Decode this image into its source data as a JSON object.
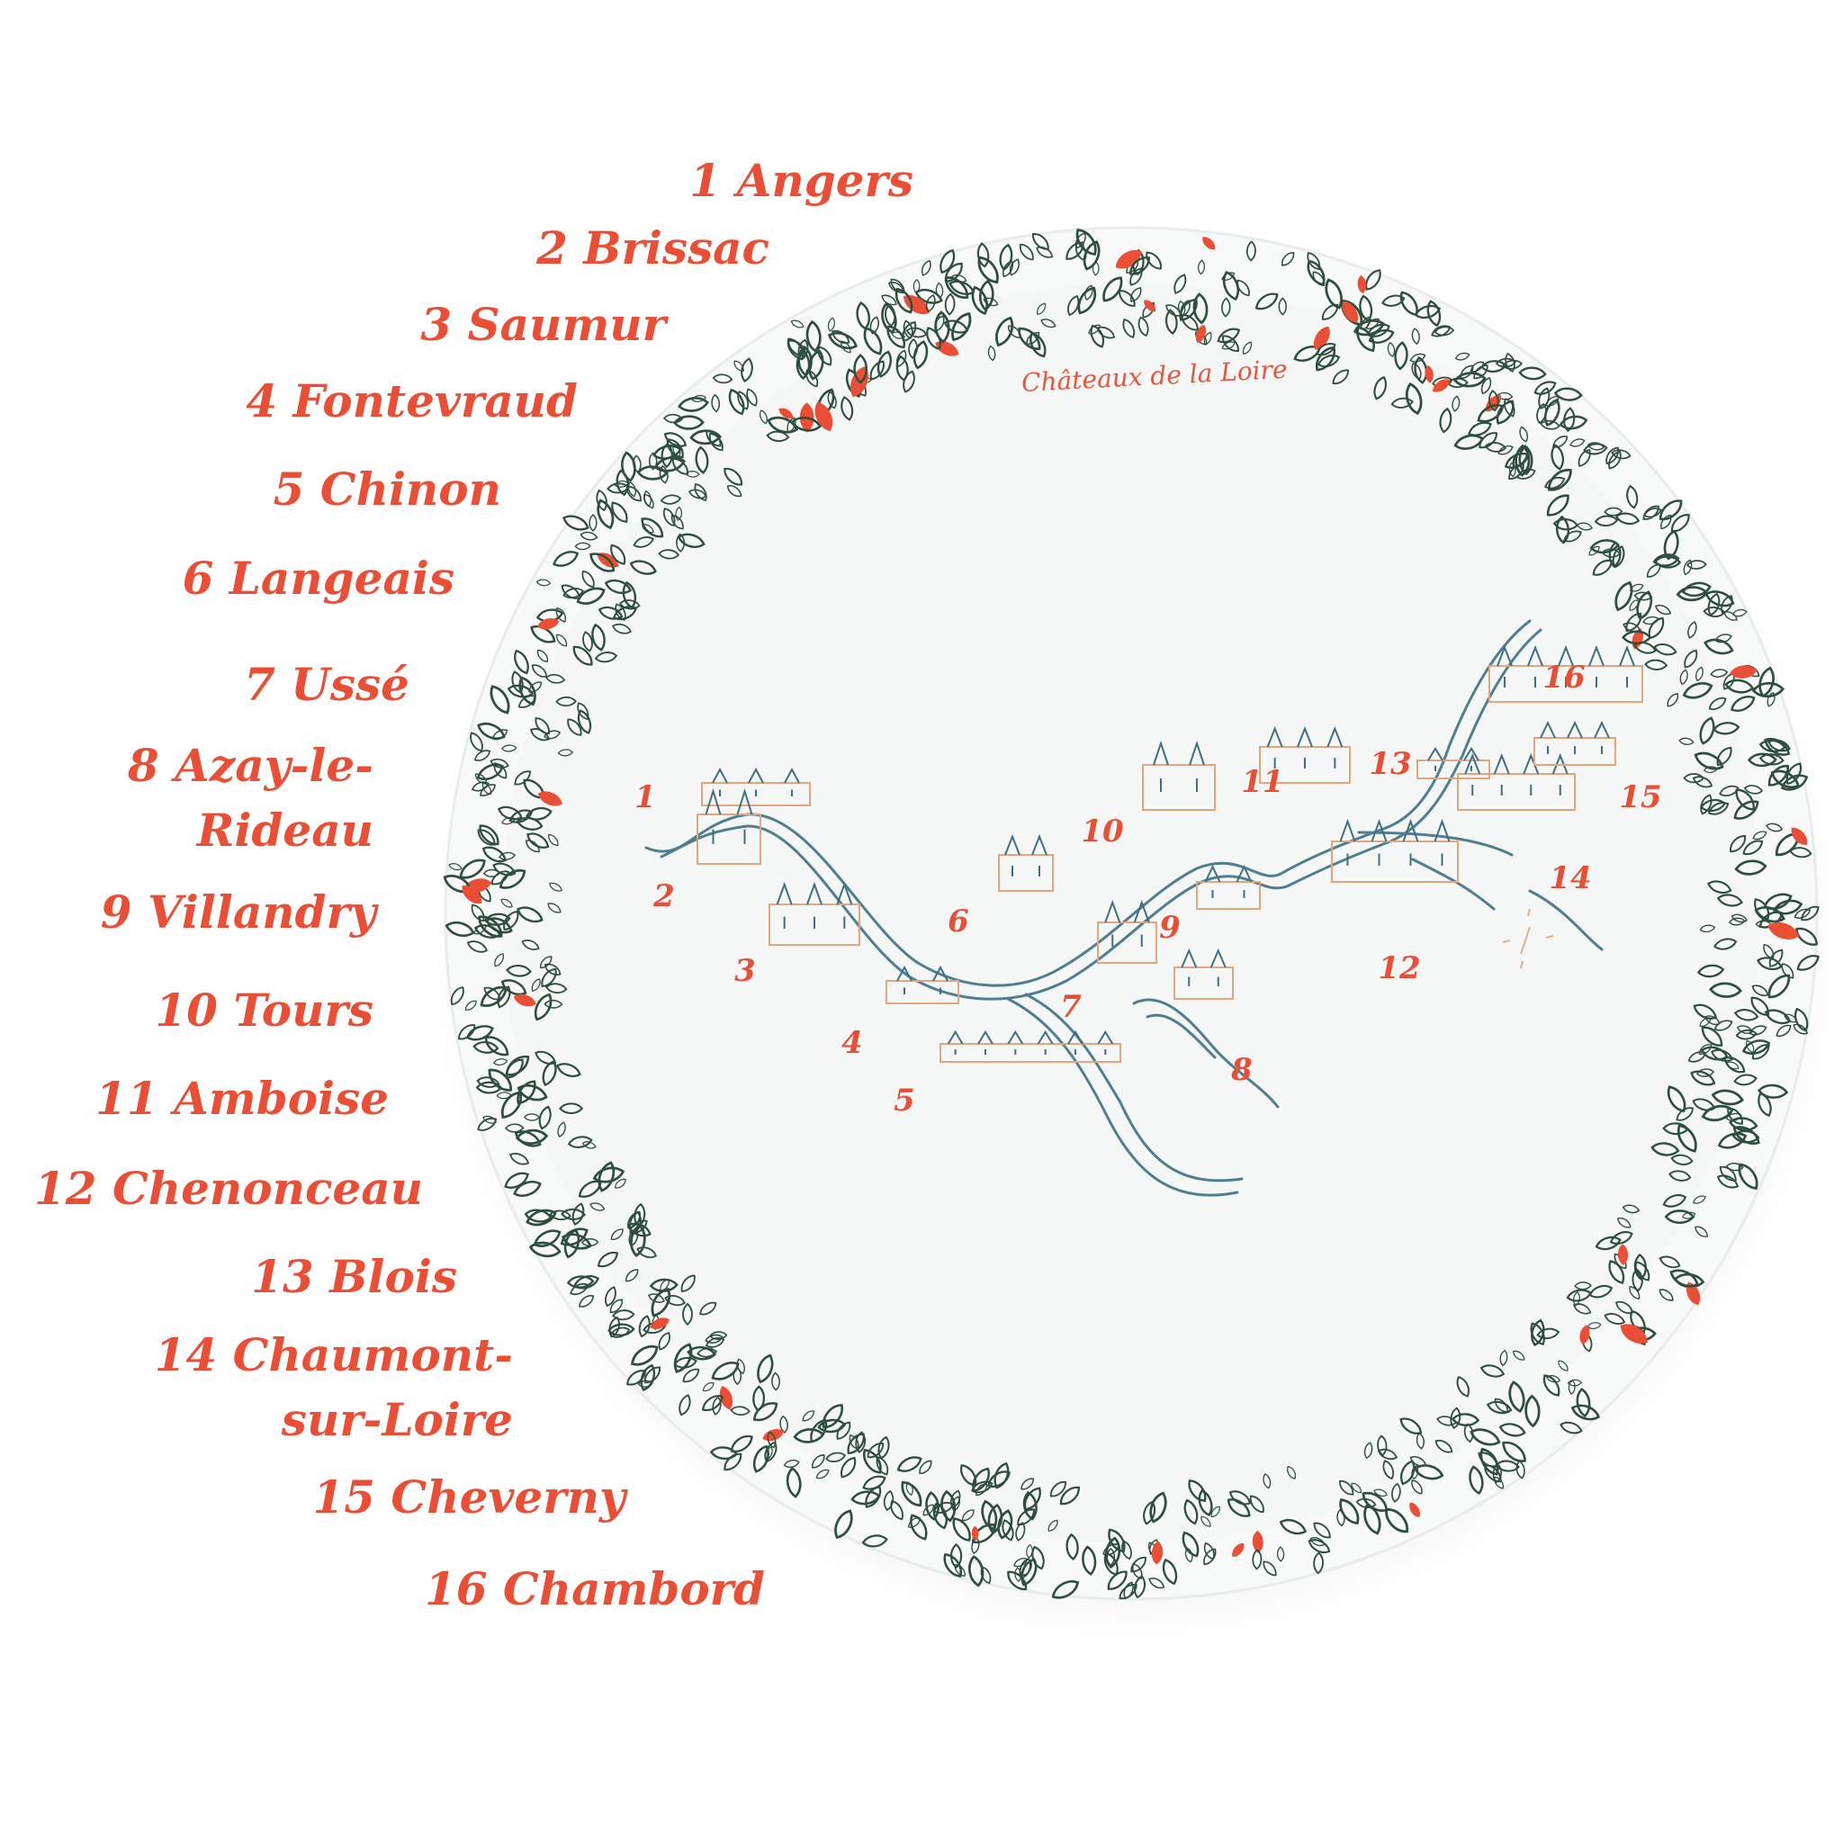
{
  "plate": {
    "title": "Châteaux de la Loire",
    "colors": {
      "accent": "#ea4f36",
      "river": "#4f7f8e",
      "castle_outline": "#e3a57e",
      "castle_roof": "#3f6f80",
      "leaf": "#2f4f3e",
      "plate": "#f8f9f9"
    }
  },
  "legend": [
    {
      "number": "1",
      "name": "Angers",
      "lines": [
        "1 Angers"
      ]
    },
    {
      "number": "2",
      "name": "Brissac",
      "lines": [
        "2 Brissac"
      ]
    },
    {
      "number": "3",
      "name": "Saumur",
      "lines": [
        "3 Saumur"
      ]
    },
    {
      "number": "4",
      "name": "Fontevraud",
      "lines": [
        "4 Fontevraud"
      ]
    },
    {
      "number": "5",
      "name": "Chinon",
      "lines": [
        "5 Chinon"
      ]
    },
    {
      "number": "6",
      "name": "Langeais",
      "lines": [
        "6 Langeais"
      ]
    },
    {
      "number": "7",
      "name": "Ussé",
      "lines": [
        "7 Ussé"
      ]
    },
    {
      "number": "8",
      "name": "Azay-le-Rideau",
      "lines": [
        "8 Azay-le-",
        "Rideau"
      ]
    },
    {
      "number": "9",
      "name": "Villandry",
      "lines": [
        "9 Villandry"
      ]
    },
    {
      "number": "10",
      "name": "Tours",
      "lines": [
        "10 Tours"
      ]
    },
    {
      "number": "11",
      "name": "Amboise",
      "lines": [
        "11 Amboise"
      ]
    },
    {
      "number": "12",
      "name": "Chenonceau",
      "lines": [
        "12 Chenonceau"
      ]
    },
    {
      "number": "13",
      "name": "Blois",
      "lines": [
        "13 Blois"
      ]
    },
    {
      "number": "14",
      "name": "Chaumont-sur-Loire",
      "lines": [
        "14 Chaumont-",
        "sur-Loire"
      ]
    },
    {
      "number": "15",
      "name": "Cheverny",
      "lines": [
        "15 Cheverny"
      ]
    },
    {
      "number": "16",
      "name": "Chambord",
      "lines": [
        "16 Chambord"
      ]
    }
  ]
}
